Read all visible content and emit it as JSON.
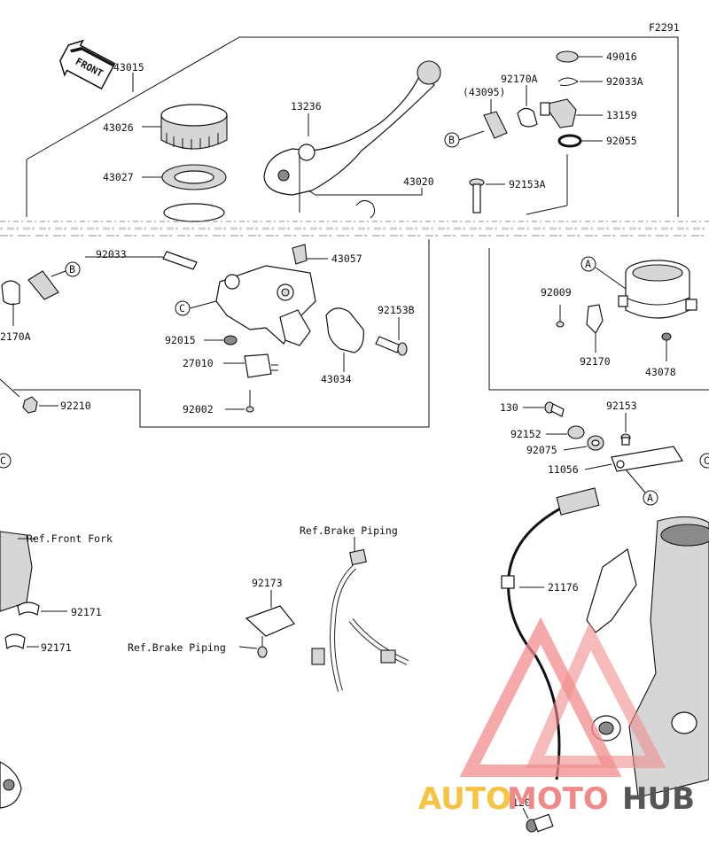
{
  "figure_code": "F2291",
  "front_arrow": "FRONT",
  "parts": {
    "p43015": "43015",
    "p43026": "43026",
    "p43027": "43027",
    "p13236": "13236",
    "p43095": "(43095)",
    "p92170A_top": "92170A",
    "p49016": "49016",
    "p92033A": "92033A",
    "p13159": "13159",
    "p92055": "92055",
    "p43020": "43020",
    "p92153A": "92153A",
    "p92033": "92033",
    "p43057": "43057",
    "p92009": "92009",
    "p92153B": "92153B",
    "p92015": "92015",
    "p27010": "27010",
    "p43034": "43034",
    "p92170": "92170",
    "p43078": "43078",
    "p92170A_left": "2170A",
    "p92210": "92210",
    "p92002": "92002",
    "p130": "130",
    "p92153": "92153",
    "p92152": "92152",
    "p92075": "92075",
    "p11056": "11056",
    "p92173": "92173",
    "p92171_a": "92171",
    "p92171_b": "92171",
    "p21176": "21176",
    "p120": "120"
  },
  "references": {
    "front_fork": "Ref.Front Fork",
    "brake_piping_top": "Ref.Brake Piping",
    "brake_piping_left": "Ref.Brake Piping"
  },
  "callouts": {
    "b1": "B",
    "b2": "B",
    "c1": "C",
    "c2": "C",
    "c3": "C",
    "a1": "A",
    "a2": "A"
  },
  "watermark": {
    "part1": "AUTO",
    "part2": "MOTO",
    "part3": "HUB",
    "color1": "#f6c343",
    "color2": "#f08a8a",
    "color3": "#555555"
  }
}
